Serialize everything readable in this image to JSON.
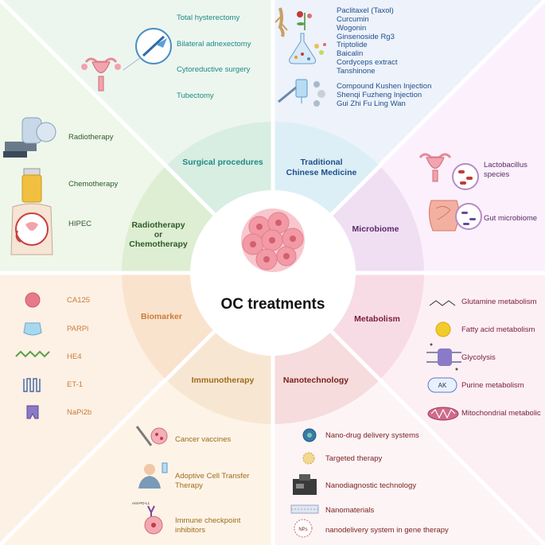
{
  "center": {
    "title": "OC treatments"
  },
  "colors": {
    "surgical": "#1e8a84",
    "tcm": "#1f4f8a",
    "microbiome": "#5a2a6a",
    "metabolism": "#7a1d3c",
    "nano": "#7a1f1f",
    "immuno": "#a06a1c",
    "biomarker": "#c77d3c",
    "radio": "#2f5a2a"
  },
  "sectors": {
    "surgical": {
      "name": "Surgical procedures",
      "items": [
        "Total hysterectomy",
        "Bilateral adnexectomy",
        "Cytoreductive surgery",
        "Tubectomy"
      ]
    },
    "tcm": {
      "name_line1": "Traditional",
      "name_line2": "Chinese Medicine",
      "herbs": [
        "Paclitaxel (Taxol)",
        "Curcumin",
        "Wogonin",
        "Ginsenoside Rg3",
        "Triptolide",
        "Baicalin",
        "Cordyceps extract",
        "Tanshinone"
      ],
      "injections": [
        "Compound Kushen Injection",
        "Shenqi Fuzheng Injection",
        "Gui Zhi Fu Ling Wan"
      ]
    },
    "microbiome": {
      "name": "Microbiome",
      "items": [
        "Lactobacillus species",
        "Gut microbiome"
      ]
    },
    "metabolism": {
      "name": "Metabolism",
      "ak_label": "AK",
      "items": [
        "Glutamine metabolism",
        "Fatty acid metabolism",
        "Glycolysis",
        "Purine metabolism",
        "Mitochondrial metabolic"
      ]
    },
    "nano": {
      "name": "Nanotechnology",
      "nps_label": "NPs",
      "items": [
        "Nano-drug delivery systems",
        "Targeted therapy",
        "Nanodiagnostic technology",
        "Nanomaterials",
        "nanodelivery system in gene therapy"
      ]
    },
    "immuno": {
      "name": "Immunotherapy",
      "antibody_label": "Anti-PD-L1",
      "items": [
        "Cancer vaccines",
        "Adoptive Cell Transfer Therapy",
        "Immune checkpoint inhibitors"
      ]
    },
    "biomarker": {
      "name": "Biomarker",
      "items": [
        "CA125",
        "PARPi",
        "HE4",
        "ET-1",
        "NaPi2b"
      ]
    },
    "radio": {
      "name_line1": "Radiotherapy",
      "name_line2": "or",
      "name_line3": "Chemotherapy",
      "items": [
        "Radiotherapy",
        "Chemotherapy",
        "HIPEC"
      ]
    }
  }
}
